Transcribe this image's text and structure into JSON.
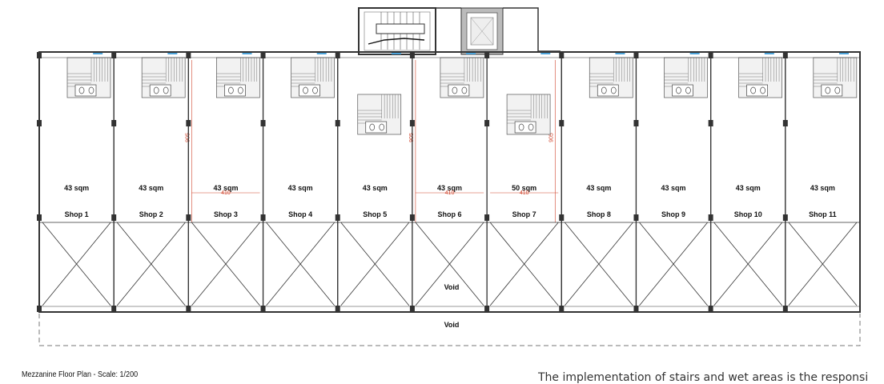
{
  "plan": {
    "caption": "Mezzanine Floor Plan - Scale: 1/200",
    "note": "The implementation of stairs and wet areas is the responsi",
    "void_labels": [
      "Void",
      "Void"
    ],
    "shops": [
      {
        "name": "Shop 1",
        "area": "43 sqm"
      },
      {
        "name": "Shop 2",
        "area": "43 sqm"
      },
      {
        "name": "Shop 3",
        "area": "43 sqm"
      },
      {
        "name": "Shop 4",
        "area": "43 sqm"
      },
      {
        "name": "Shop 5",
        "area": "43 sqm"
      },
      {
        "name": "Shop 6",
        "area": "43 sqm"
      },
      {
        "name": "Shop 7",
        "area": "50 sqm"
      },
      {
        "name": "Shop 8",
        "area": "43 sqm"
      },
      {
        "name": "Shop 9",
        "area": "43 sqm"
      },
      {
        "name": "Shop 10",
        "area": "43 sqm"
      },
      {
        "name": "Shop 11",
        "area": "43 sqm"
      }
    ],
    "dimensions": {
      "depth": "905",
      "width": "410"
    },
    "colors": {
      "wall": "#333333",
      "dimension": "#d0452c",
      "fixture": "#555555",
      "glazing": "#4da3d9"
    }
  }
}
